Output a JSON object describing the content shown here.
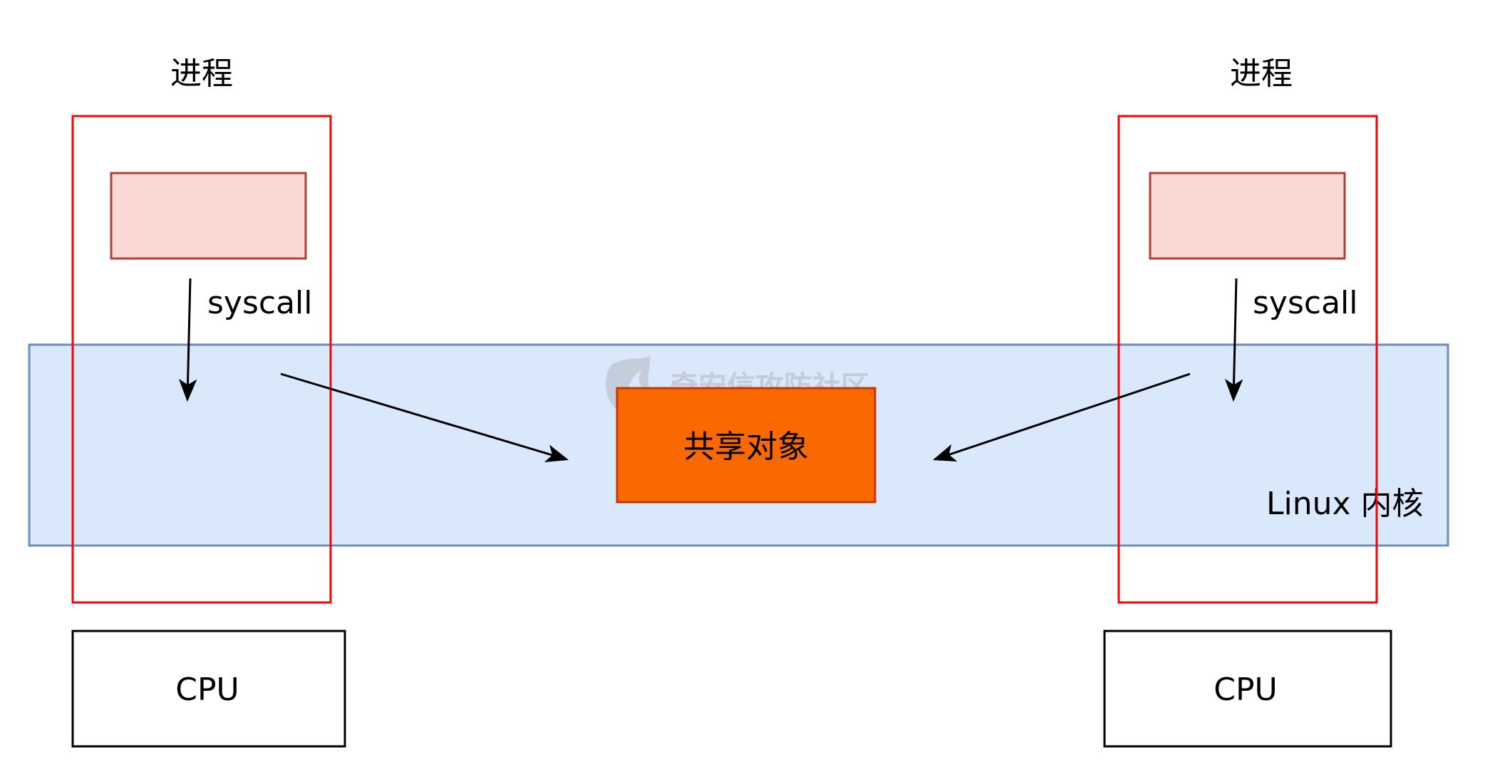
{
  "processes": [
    {
      "label": "进程",
      "syscall": "syscall",
      "cpu": "CPU"
    },
    {
      "label": "进程",
      "syscall": "syscall",
      "cpu": "CPU"
    }
  ],
  "kernel": {
    "label": "Linux 内核"
  },
  "shared_object": {
    "label": "共享对象"
  },
  "watermark": {
    "text": "奇安信攻防社区"
  },
  "colors": {
    "process_stroke": "#ff0000",
    "buffer_fill": "#fad9d5",
    "buffer_stroke": "#ae4132",
    "kernel_fill": "#dae8fc",
    "kernel_stroke": "#6c8ebf",
    "shared_fill": "#fa6800",
    "shared_stroke": "#c73500",
    "cpu_stroke": "#000000"
  }
}
